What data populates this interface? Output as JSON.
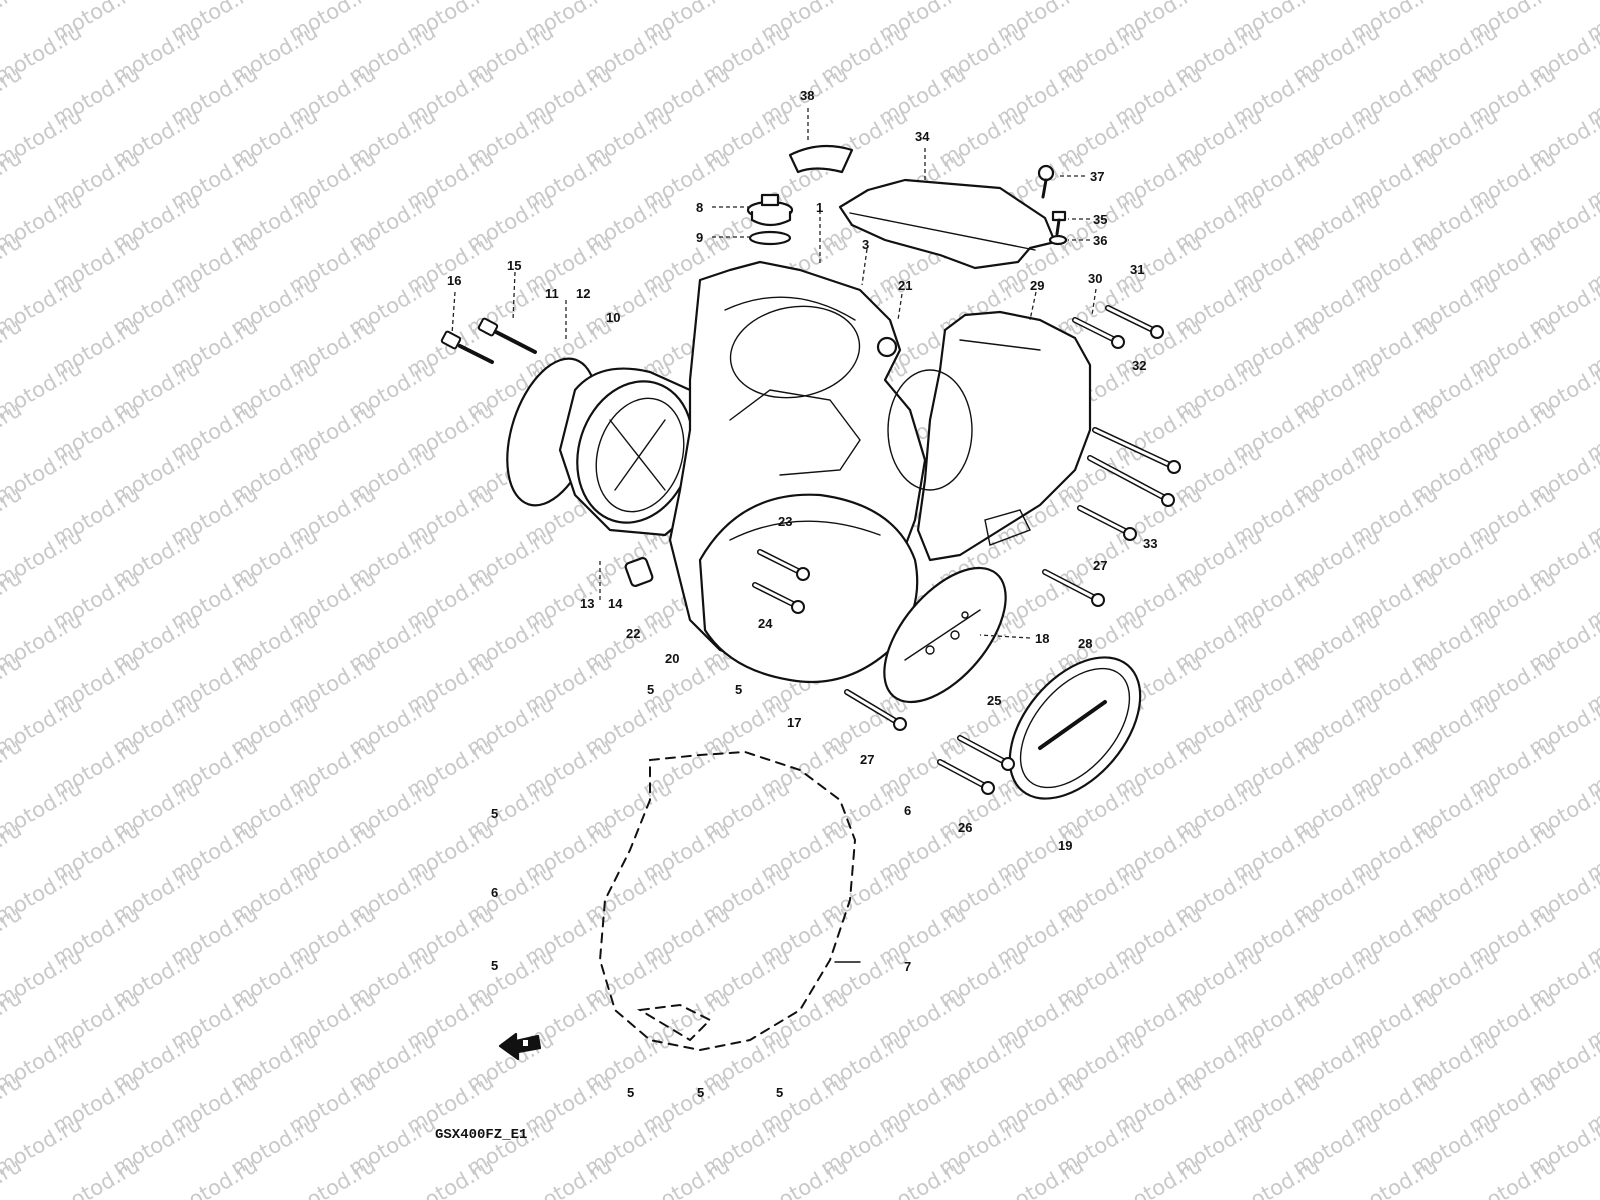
{
  "watermark": {
    "text": "motod.ru"
  },
  "drawing_code": "GSX400FZ_E1",
  "callouts": [
    "38",
    "34",
    "37",
    "8",
    "1",
    "35",
    "9",
    "3",
    "36",
    "16",
    "15",
    "11",
    "12",
    "10",
    "21",
    "29",
    "30",
    "31",
    "32",
    "23",
    "33",
    "27",
    "13",
    "14",
    "22",
    "24",
    "18",
    "28",
    "20",
    "5",
    "5",
    "17",
    "25",
    "27",
    "5",
    "6",
    "26",
    "19",
    "6",
    "5",
    "7",
    "5",
    "5",
    "5"
  ],
  "colors": {
    "ink": "#111111",
    "watermark": "#c9c9c9",
    "paper": "#ffffff"
  }
}
